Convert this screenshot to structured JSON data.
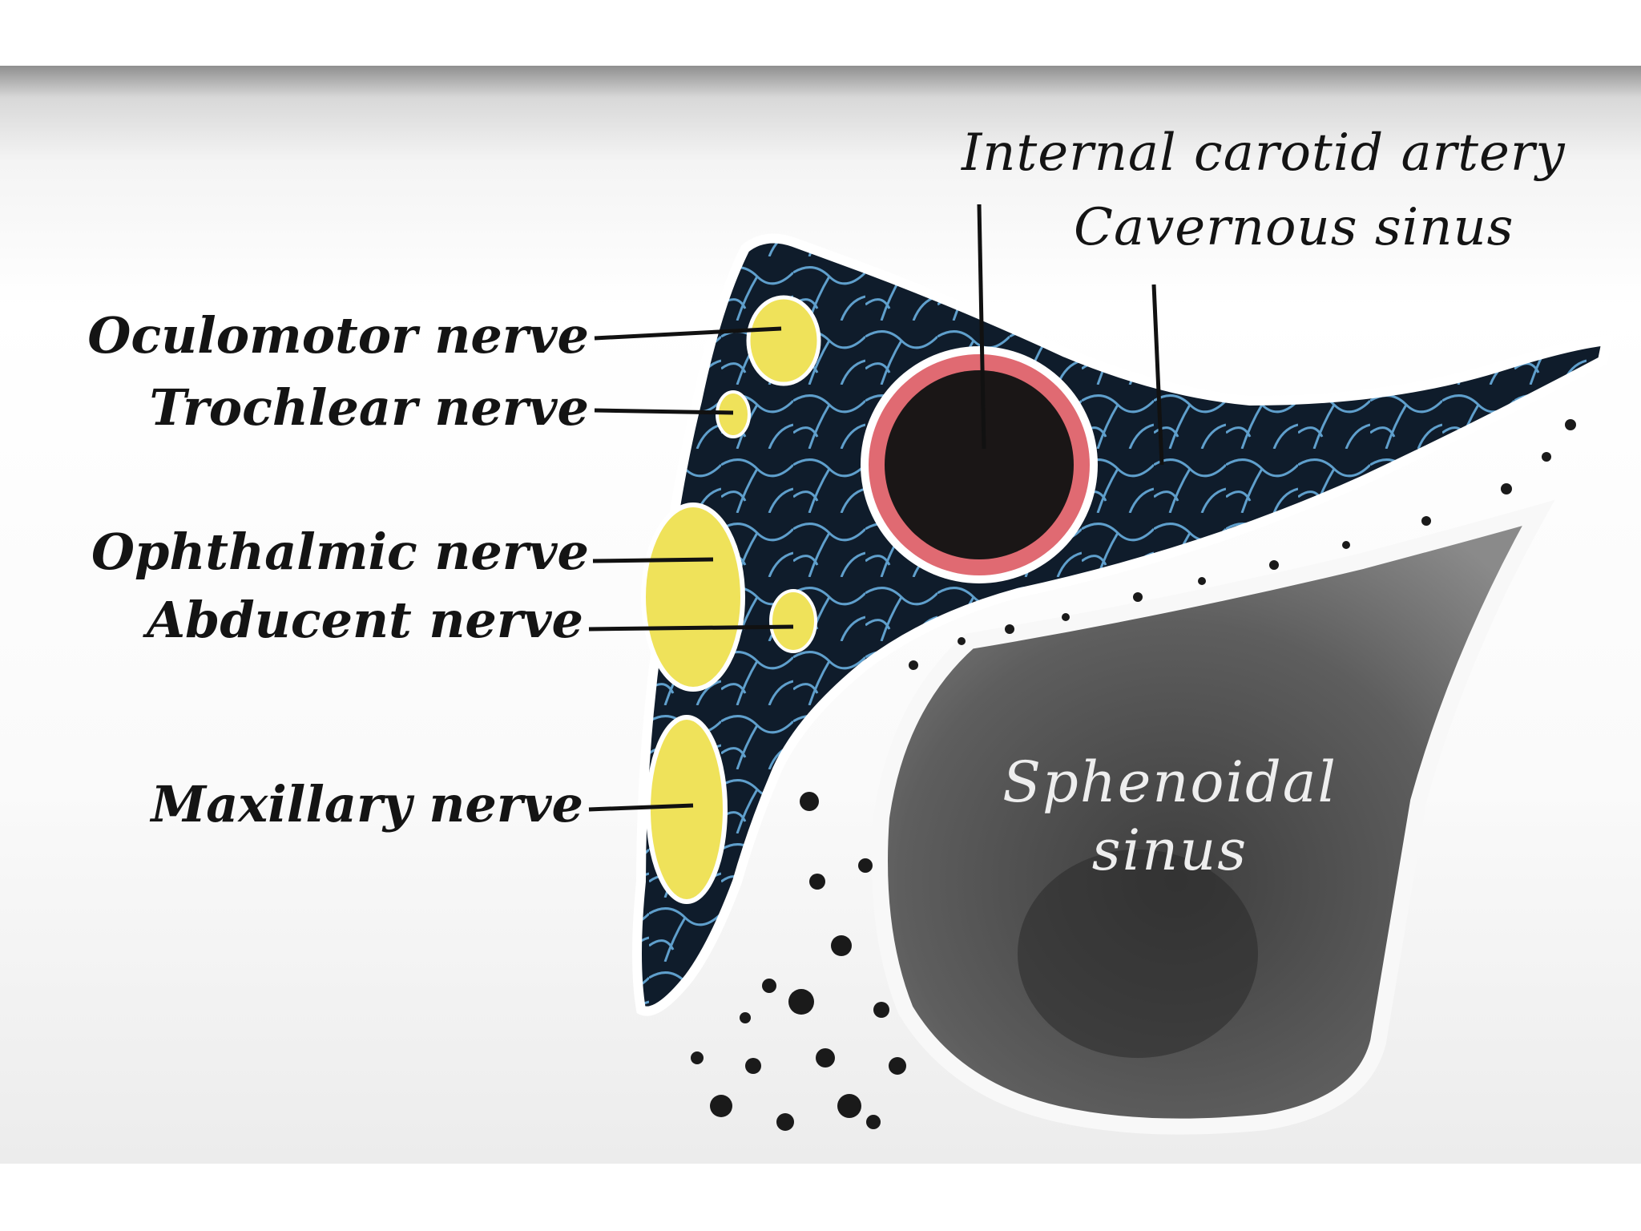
{
  "labels": {
    "oculomotor": "Oculomotor nerve",
    "trochlear": "Trochlear nerve",
    "ophthalmic": "Ophthalmic nerve",
    "abducent": "Abducent nerve",
    "maxillary": "Maxillary nerve",
    "internal_carotid": "Internal carotid artery",
    "cavernous_sinus": "Cavernous sinus",
    "sphenoidal_line1": "Sphenoidal",
    "sphenoidal_line2": "sinus"
  },
  "colors": {
    "sinus_blue": "#0f1c2b",
    "vein_blue": "#5f9fcc",
    "nerve_yellow": "#efe25a",
    "artery_pink": "#e06a72",
    "artery_lumen": "#1a1616",
    "bone_gray": "#5a5a5a"
  }
}
